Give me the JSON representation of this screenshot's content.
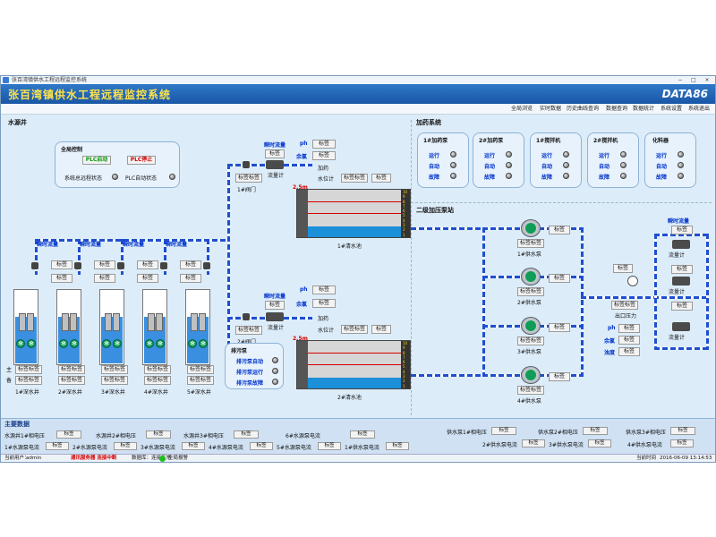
{
  "window": {
    "title": "张百湾镇供水工程远程监控系统",
    "controls": [
      "−",
      "□",
      "×"
    ]
  },
  "banner": {
    "title": "张百湾镇供水工程远程监控系统",
    "logo": "DATA86"
  },
  "menu": [
    "全局浏览",
    "实时数据",
    "历史曲线查询",
    "数据查询",
    "数据统计",
    "系统设置",
    "系统退出"
  ],
  "sections": {
    "water_source": "水源井",
    "dosing": "加药系统",
    "booster": "二级加压泵站"
  },
  "global_control": {
    "title": "全局控制",
    "plc_start": "PLC启动",
    "plc_stop": "PLC停止",
    "remote_status": "系统总远程状态",
    "plc_auto_status": "PLC自动状态"
  },
  "wells": [
    {
      "name": "1#深水井",
      "main": "主",
      "spare": "备"
    },
    {
      "name": "2#深水井"
    },
    {
      "name": "3#深水井"
    },
    {
      "name": "4#深水井"
    },
    {
      "name": "5#深水井"
    }
  ],
  "labels": {
    "instant_flow": "瞬时流量",
    "tag": "标签",
    "tag_tag": "标签标签",
    "flowmeter": "流量计",
    "level_meter": "水位计",
    "dosing": "加药",
    "ph": "ph",
    "chlorine": "余氯",
    "turbidity": "浊度",
    "outlet_pressure": "出口压力",
    "main": "主",
    "spare": "备",
    "running": "运行",
    "auto": "自动",
    "fault": "故障",
    "level_max": "2.5m"
  },
  "valves": [
    "1#阀门",
    "2#阀门"
  ],
  "pools": [
    "1#清水池",
    "2#清水池"
  ],
  "sewage": {
    "title": "排污泵",
    "auto": "排污泵自动",
    "run": "排污泵运行",
    "fault": "排污泵故障"
  },
  "dosing_units": [
    "1#加药泵",
    "2#加药泵",
    "1#搅拌机",
    "2#搅拌机",
    "化料器"
  ],
  "supply_pumps": [
    "1#供水泵",
    "2#供水泵",
    "3#供水泵",
    "4#供水泵"
  ],
  "ruler_numbers": [
    "10",
    "9",
    "8",
    "7",
    "6",
    "5",
    "4",
    "3",
    "2",
    "1"
  ],
  "main_data": {
    "title": "主要数据",
    "row1": [
      "水源井1#相电压",
      "水源井2#相电压",
      "水源井3#相电压",
      "6#水源泵电流",
      "供水泵1#相电压",
      "供水泵2#相电压",
      "供水泵3#相电压"
    ],
    "row2": [
      "1#水源泵电流",
      "2#水源泵电流",
      "3#水源泵电流",
      "4#水源泵电流",
      "5#水源泵电流",
      "1#供水泵电流",
      "2#供水泵电流",
      "3#供水泵电流",
      "4#供水泵电流"
    ]
  },
  "status": {
    "user_label": "当前用户：",
    "user": "admin",
    "comm": "通讯服务器 连接中断",
    "db": "数据库：连接正常",
    "alarm": "全局报警",
    "time_label": "当前时间",
    "time": "2016-06-09 13:14:53"
  }
}
